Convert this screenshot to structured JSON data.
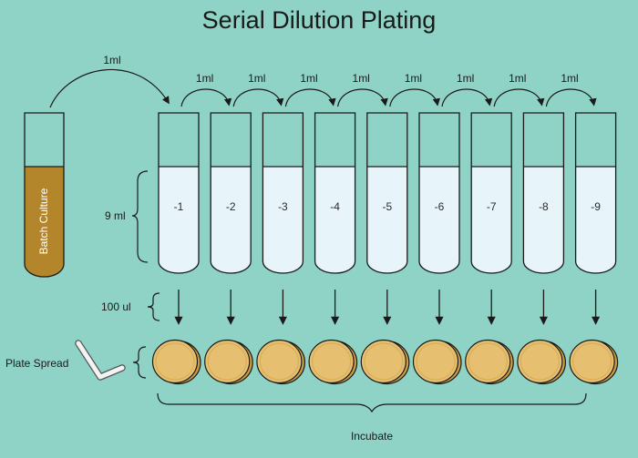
{
  "title": "Serial Dilution Plating",
  "source": {
    "label": "Batch Culture",
    "transfer_label": "1ml"
  },
  "transfer_label": "1ml",
  "tubes": [
    "-1",
    "-2",
    "-3",
    "-4",
    "-5",
    "-6",
    "-7",
    "-8",
    "-9"
  ],
  "volume_label": "9 ml",
  "aliquot_label": "100 ul",
  "spreader_label": "Plate Spread",
  "incubate_label": "Incubate",
  "colors": {
    "background": "#8fd2c6",
    "culture": "#b4862c",
    "tube_liquid": "#e7f5fb",
    "plate": "#e6c070",
    "outline": "#1a1a1a"
  }
}
